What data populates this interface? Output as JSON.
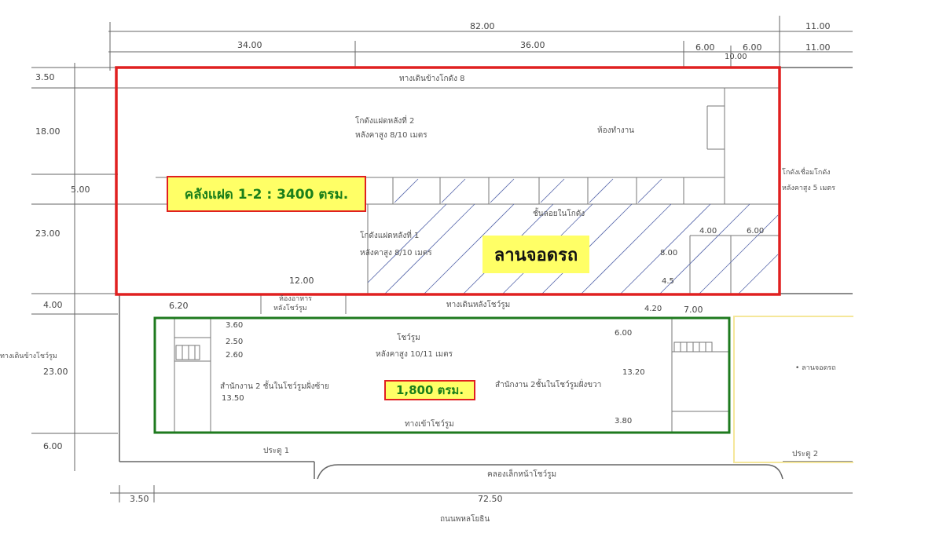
{
  "title": "",
  "dimensions_top": {
    "total": "82.00",
    "d34": "34.00",
    "d36": "36.00",
    "d11a": "11.00",
    "d11b": "11.00",
    "d6a": "6.00",
    "d6b": "6.00",
    "d10": "10.00"
  },
  "dimensions_left": {
    "d350": "3.50",
    "d18": "18.00",
    "d5": "5.00",
    "d23a": "23.00",
    "d4": "4.00",
    "d23b": "23.00",
    "d6": "6.00"
  },
  "dimensions_bottom": {
    "d350": "3.50",
    "d7250": "72.50"
  },
  "dimensions_inner": {
    "d12": "12.00",
    "d620": "6.20",
    "d360": "3.60",
    "d250": "2.50",
    "d260": "2.60",
    "d1350": "13.50",
    "d420": "4.20",
    "d700": "7.00",
    "d600": "6.00",
    "d1320": "13.20",
    "d380": "3.80",
    "d400": "4.00",
    "d600b": "6.00",
    "d800": "8.00",
    "d45": "4.5"
  },
  "annotations": {
    "warehouse_walkway": "ทางเดินข้างโกดัง 8",
    "warehouse_1": "โกดังแฝดหลังที่ 2",
    "warehouse_1_height": "หลังคาสูง 8/10 เมตร",
    "office_room": "ห้องทำงาน",
    "warehouse_link": "โกดังเชื่อมโกดัง",
    "warehouse_link_height": "หลังคาสูง 5 เมตร",
    "storage_shelf": "ชั้นลอยในโกดัง",
    "warehouse_2": "โกดังแฝดหลังที่ 1",
    "warehouse_2_height": "หลังคาสูง 8/10 เมตร",
    "canteen": "ห้องอาหาร",
    "canteen_sub": "หลังโชว์รูม",
    "back_walkway": "ทางเดินหลังโชว์รูม",
    "side_walkway": "ทางเดินข้างโชว์รูม",
    "showroom": "โชว์รูม",
    "showroom_height": "หลังคาสูง 10/11 เมตร",
    "office_left": "สำนักงาน 2 ชั้นในโชว์รูมฝั่งซ้าย",
    "office_right": "สำนักงาน 2ชั้นในโชว์รูมฝั่งขวา",
    "showroom_entrance": "ทางเข้าโชว์รูม",
    "gate_1": "ประตู 1",
    "gate_2": "ประตู 2",
    "canal": "คลองเล็กหน้าโชว์รูม",
    "road": "ถนนพหลโยธิน",
    "right_parking": "• ลานจอดรถ"
  },
  "highlights": {
    "warehouse": "คลังแฝด 1-2 : 3400 ตรม.",
    "parking": "ลานจอดรถ",
    "showroom_area": "1,800 ตรม."
  },
  "colors": {
    "warehouse_outline": "#e02020",
    "showroom_outline": "#1e7a1e",
    "highlight": "#ffff66",
    "area_text": "#1a7f1a",
    "right_outline": "#f5e79a"
  }
}
